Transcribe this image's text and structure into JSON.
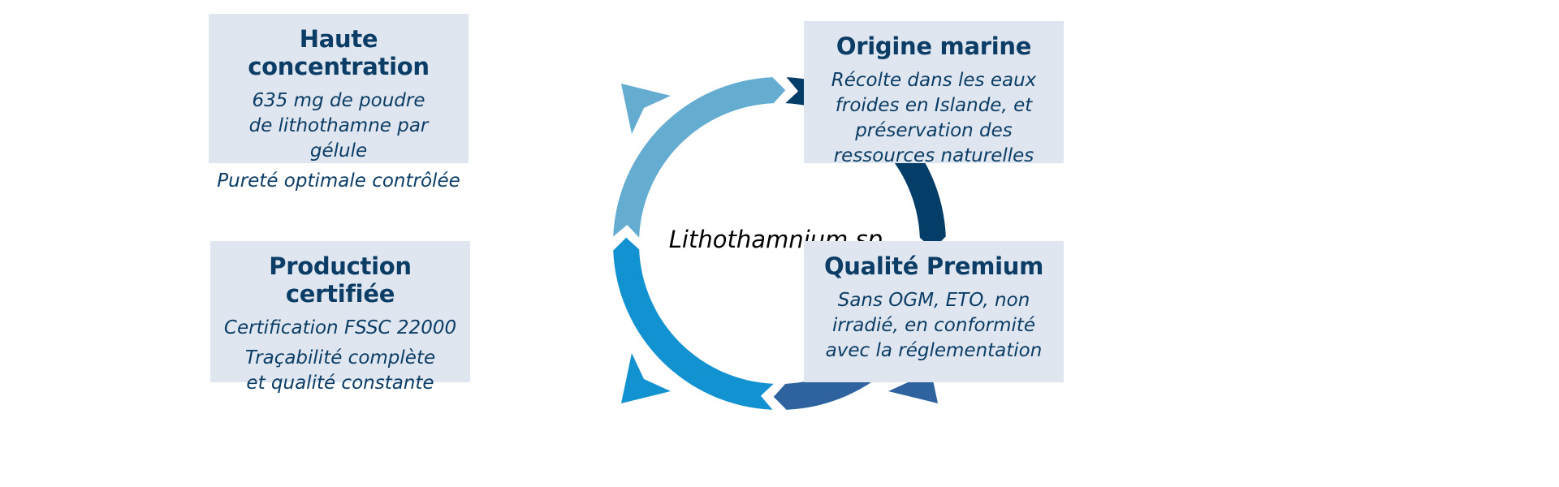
{
  "center_label": "Lithothamnium sp.",
  "boxes": {
    "top_left": {
      "title": "Haute concentration",
      "lines": [
        "635 mg de poudre de lithothamne par gélule",
        "Pureté optimale contrôlée"
      ]
    },
    "top_right": {
      "title": "Origine marine",
      "lines": [
        "Récolte dans les eaux froides en Islande, et préservation des ressources naturelles"
      ]
    },
    "bottom_left": {
      "title": "Production certifiée",
      "lines": [
        "Certification FSSC 22000",
        "Traçabilité complète et qualité constante"
      ]
    },
    "bottom_right": {
      "title": "Qualité Premium",
      "lines": [
        "Sans OGM, ETO, non irradié, en conformité avec la réglementation"
      ]
    }
  },
  "colors": {
    "top_left": "#64acd0",
    "top_right": "#053d69",
    "bottom_right": "#2e63a0",
    "bottom_left": "#1392d2",
    "box_bg": "#dfe6ef",
    "title": "#0b3d66"
  }
}
